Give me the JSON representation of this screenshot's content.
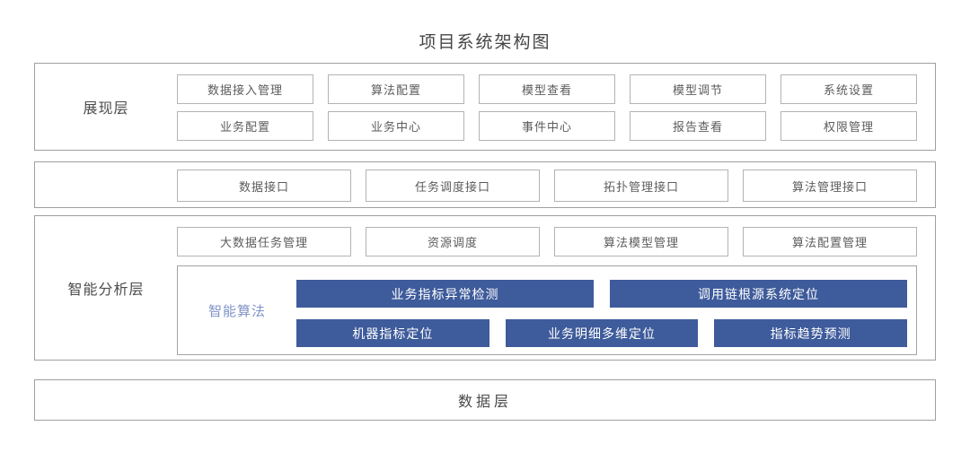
{
  "title": "项目系统架构图",
  "colors": {
    "accent_blue": "#3e5b9b",
    "algo_label_blue": "#8093c8",
    "border_gray": "#9f9f9f",
    "box_border_gray": "#b3b3b3",
    "text_gray": "#5c5c5c"
  },
  "layers": {
    "presentation": {
      "label": "展现层",
      "rows": [
        [
          "数据接入管理",
          "算法配置",
          "模型查看",
          "模型调节",
          "系统设置"
        ],
        [
          "业务配置",
          "业务中心",
          "事件中心",
          "报告查看",
          "权限管理"
        ]
      ]
    },
    "interface": {
      "items": [
        "数据接口",
        "任务调度接口",
        "拓扑管理接口",
        "算法管理接口"
      ]
    },
    "analysis": {
      "label": "智能分析层",
      "management_items": [
        "大数据任务管理",
        "资源调度",
        "算法模型管理",
        "算法配置管理"
      ],
      "algorithms": {
        "label": "智能算法",
        "rows": [
          [
            "业务指标异常检测",
            "调用链根源系统定位"
          ],
          [
            "机器指标定位",
            "业务明细多维定位",
            "指标趋势预测"
          ]
        ]
      }
    },
    "data": {
      "label": "数据层"
    }
  }
}
